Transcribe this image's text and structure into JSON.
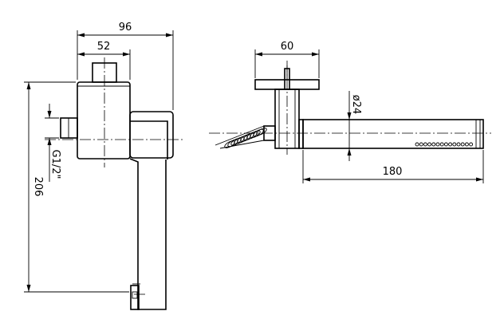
{
  "left_view": {
    "dim_overall_width": "96",
    "dim_body_width": "52",
    "dim_height": "206",
    "dim_connection": "G1/2\""
  },
  "right_view": {
    "dim_flange_width": "60",
    "dim_diameter": "ø24",
    "dim_length": "180"
  }
}
